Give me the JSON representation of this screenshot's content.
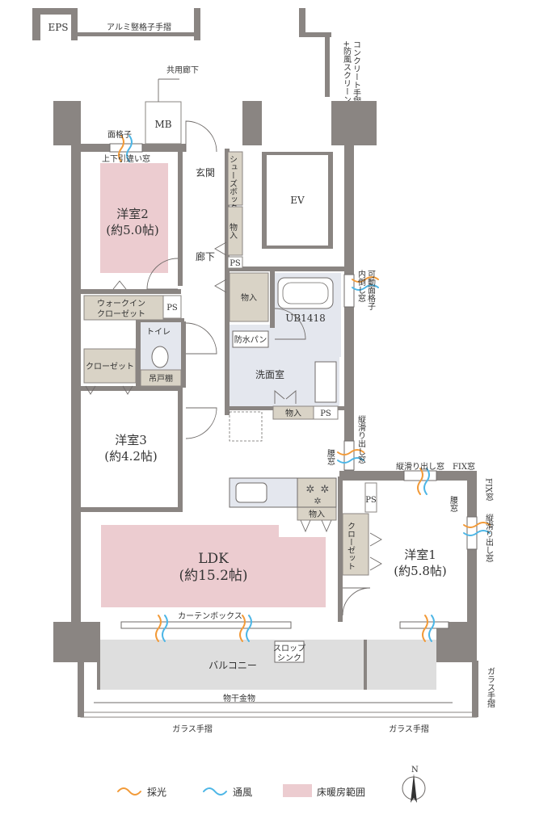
{
  "rooms": {
    "bedroom2_name": "洋室2",
    "bedroom2_size": "(約5.0帖)",
    "bedroom3_name": "洋室3",
    "bedroom3_size": "(約4.2帖)",
    "bedroom1_name": "洋室1",
    "bedroom1_size": "(約5.8帖)",
    "ldk_name": "LDK",
    "ldk_size": "(約15.2帖)",
    "entrance": "玄関",
    "hallway": "廊下",
    "elevator": "EV",
    "unit_bath": "UB1418",
    "washroom": "洗面室",
    "toilet": "トイレ",
    "balcony": "バルコニー"
  },
  "storage": {
    "eps": "EPS",
    "mb": "MB",
    "shoe_box": "シューズボックス",
    "storage": "物入",
    "ps": "PS",
    "walk_in_closet_1": "ウォークイン",
    "walk_in_closet_2": "クローゼット",
    "closet": "クローゼット",
    "hanging_shelf": "吊戸棚",
    "waterproof_pan": "防水パン",
    "slop_sink_1": "スロップ",
    "slop_sink_2": "シンク"
  },
  "annotations": {
    "aluminum_railing": "アルミ竪格子手摺",
    "concrete_railing_1": "コンクリート手摺",
    "concrete_railing_2": "+防風スクリーン",
    "common_corridor": "共用廊下",
    "face_lattice": "面格子",
    "sliding_window": "上下引違い窓",
    "movable_lattice_1": "可動面格子",
    "movable_lattice_2": "内倒し窓",
    "vertical_slide_window": "縦滑り出し窓",
    "bay_window": "腰窓",
    "vertical_slide_window_2": "縦滑り出し窓",
    "fix_window": "FIX窓",
    "fix_window_v": "FIX窓",
    "bay_window_2": "腰窓",
    "vertical_slide_window_v": "縦滑り出し窓",
    "curtain_box": "カーテンボックス",
    "laundry_hardware": "物干金物",
    "glass_railing": "ガラス手摺",
    "glass_railing_right": "ガラス手摺",
    "glass_railing_v": "ガラス手摺"
  },
  "legend": {
    "light": "採光",
    "ventilation": "通風",
    "floor_heating": "床暖房範囲",
    "north": "N"
  },
  "colors": {
    "light": "#f29a38",
    "ventilation": "#4db6e6",
    "floor_heating": "#ecccd0",
    "wall": "#8a8582"
  }
}
